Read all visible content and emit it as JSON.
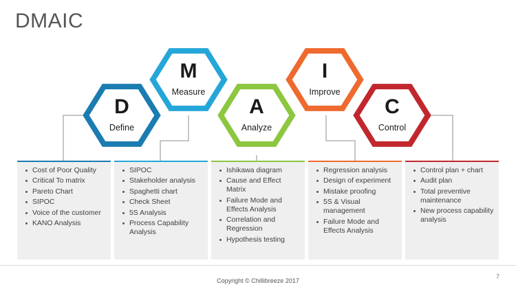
{
  "title": "DMAIC",
  "phases": [
    {
      "letter": "D",
      "name": "Define",
      "color": "#1a7cb0",
      "items": [
        "Cost of Poor Quality",
        "Critical To matrix",
        "Pareto Chart",
        "SIPOC",
        "Voice of the customer",
        "KANO Analysis"
      ]
    },
    {
      "letter": "M",
      "name": "Measure",
      "color": "#25a6d9",
      "items": [
        "SIPOC",
        "Stakeholder analysis",
        "Spaghetti chart",
        "Check Sheet",
        "5S Analysis",
        "Process Capability Analysis"
      ]
    },
    {
      "letter": "A",
      "name": "Analyze",
      "color": "#8dc63f",
      "items": [
        "Ishikawa diagram",
        "Cause and Effect Matrix",
        "Failure Mode and Effects Analysis",
        "Correlation and Regression",
        "Hypothesis testing"
      ]
    },
    {
      "letter": "I",
      "name": "Improve",
      "color": "#ef6a2e",
      "items": [
        "Regression analysis",
        "Design of experiment",
        "Mistake proofing",
        "5S & Visual management",
        "Failure Mode and Effects Analysis"
      ]
    },
    {
      "letter": "C",
      "name": "Control",
      "color": "#c1272d",
      "items": [
        "Control plan + chart",
        "Audit plan",
        "Total preventive maintenance",
        "New process capability analysis"
      ]
    }
  ],
  "footer": {
    "copyright": "Copyright © Chillibreeze 2017",
    "page": "7"
  }
}
